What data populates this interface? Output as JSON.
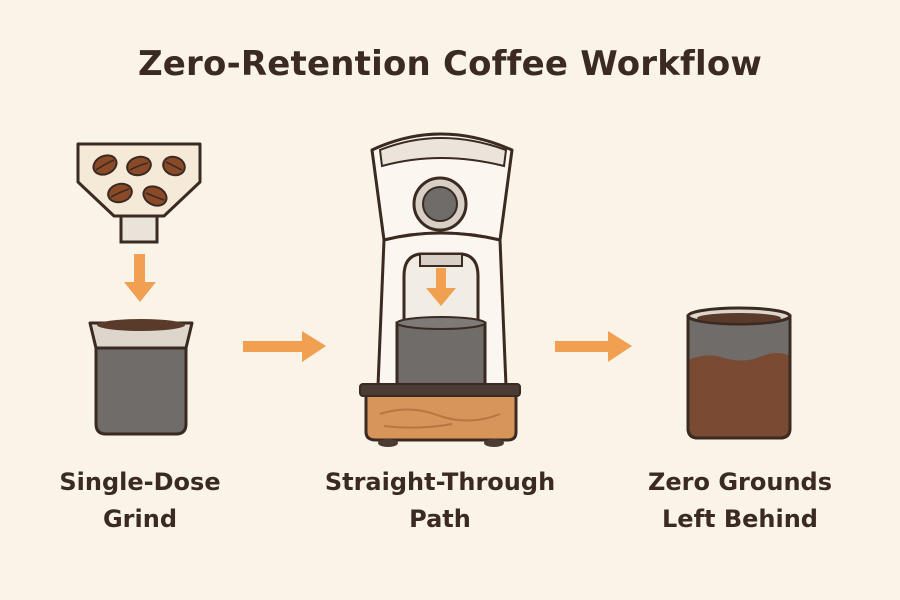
{
  "title": "Zero-Retention Coffee Workflow",
  "steps": [
    {
      "line1": "Single-Dose",
      "line2": "Grind"
    },
    {
      "line1": "Straight-Through",
      "line2": "Path"
    },
    {
      "line1": "Zero Grounds",
      "line2": "Left Behind"
    }
  ],
  "colors": {
    "background": "#faf3e8",
    "arrow": "#f0a050",
    "outline": "#3b2a22",
    "cup": "#6f6c6a",
    "bean": "#8a4a28",
    "wood": "#d8955a",
    "grounds": "#7a4a32"
  }
}
